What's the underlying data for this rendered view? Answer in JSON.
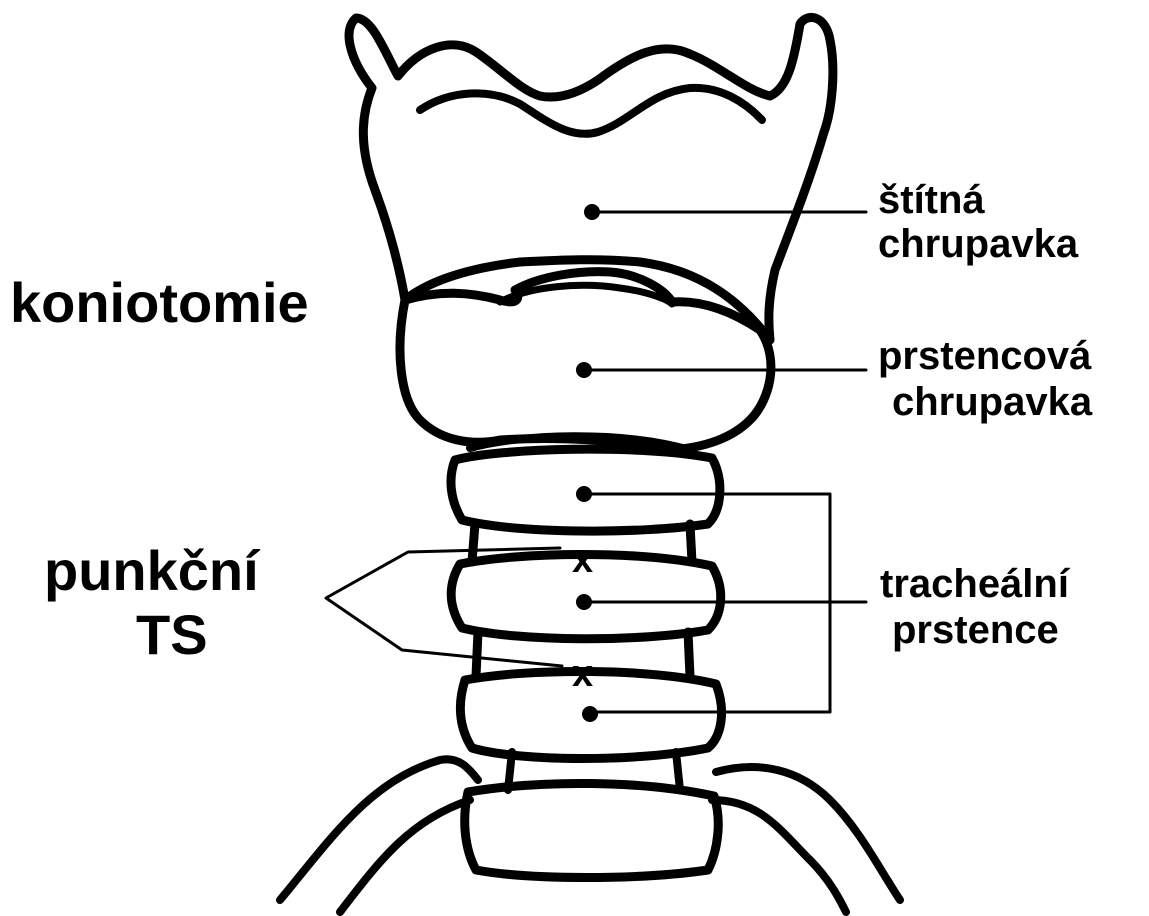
{
  "labels": {
    "thyroid": [
      "štítná",
      "chrupavka"
    ],
    "cricoid": [
      "prstencová",
      "chrupavka"
    ],
    "tracheal": [
      "tracheální",
      "prstence"
    ],
    "procedure_left": "koniotomie",
    "puncture": [
      "punkční",
      "TS"
    ],
    "marker": "x"
  },
  "colors": {
    "ink": "#000000",
    "background": "#ffffff"
  }
}
